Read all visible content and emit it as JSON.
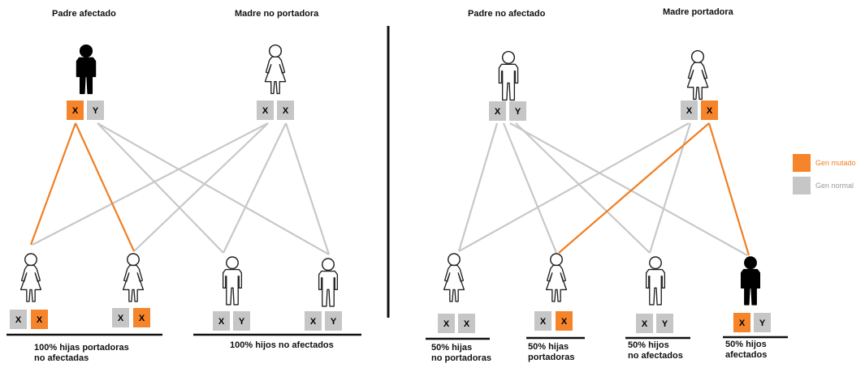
{
  "colors": {
    "mutated": "#f5842b",
    "normal": "#c6c6c6",
    "affected": "#000000",
    "line_gray": "#c8c8c8",
    "line_orange": "#f07f24",
    "legend_text": "#f07f24",
    "legend_text_gray": "#999999"
  },
  "left_panel": {
    "father_label": "Padre afectado",
    "mother_label": "Madre no portadora",
    "father_genes": [
      "X",
      "Y"
    ],
    "mother_genes": [
      "X",
      "X"
    ],
    "children": [
      {
        "genes": [
          "X",
          "X"
        ],
        "sex": "female",
        "affected": false
      },
      {
        "genes": [
          "X",
          "X"
        ],
        "sex": "female",
        "affected": false
      },
      {
        "genes": [
          "X",
          "Y"
        ],
        "sex": "male",
        "affected": false
      },
      {
        "genes": [
          "X",
          "Y"
        ],
        "sex": "male",
        "affected": false
      }
    ],
    "daughters_caption": [
      "100% hijas portadoras",
      "no afectadas"
    ],
    "sons_caption": "100% hijos no afectados"
  },
  "right_panel": {
    "father_label": "Padre no afectado",
    "mother_label": "Madre portadora",
    "father_genes": [
      "X",
      "Y"
    ],
    "mother_genes": [
      "X",
      "X"
    ],
    "children": [
      {
        "genes": [
          "X",
          "X"
        ],
        "sex": "female",
        "affected": false,
        "caption": [
          "50% hijas",
          "no portadoras"
        ]
      },
      {
        "genes": [
          "X",
          "X"
        ],
        "sex": "female",
        "affected": false,
        "caption": [
          "50% hijas",
          "portadoras"
        ]
      },
      {
        "genes": [
          "X",
          "Y"
        ],
        "sex": "male",
        "affected": false,
        "caption": [
          "50% hijos",
          "no afectados"
        ]
      },
      {
        "genes": [
          "X",
          "Y"
        ],
        "sex": "male",
        "affected": true,
        "caption": [
          "50% hijos",
          "afectados"
        ]
      }
    ]
  },
  "legend": {
    "mutated_label": "Gen mutado",
    "normal_label": "Gen normal"
  }
}
